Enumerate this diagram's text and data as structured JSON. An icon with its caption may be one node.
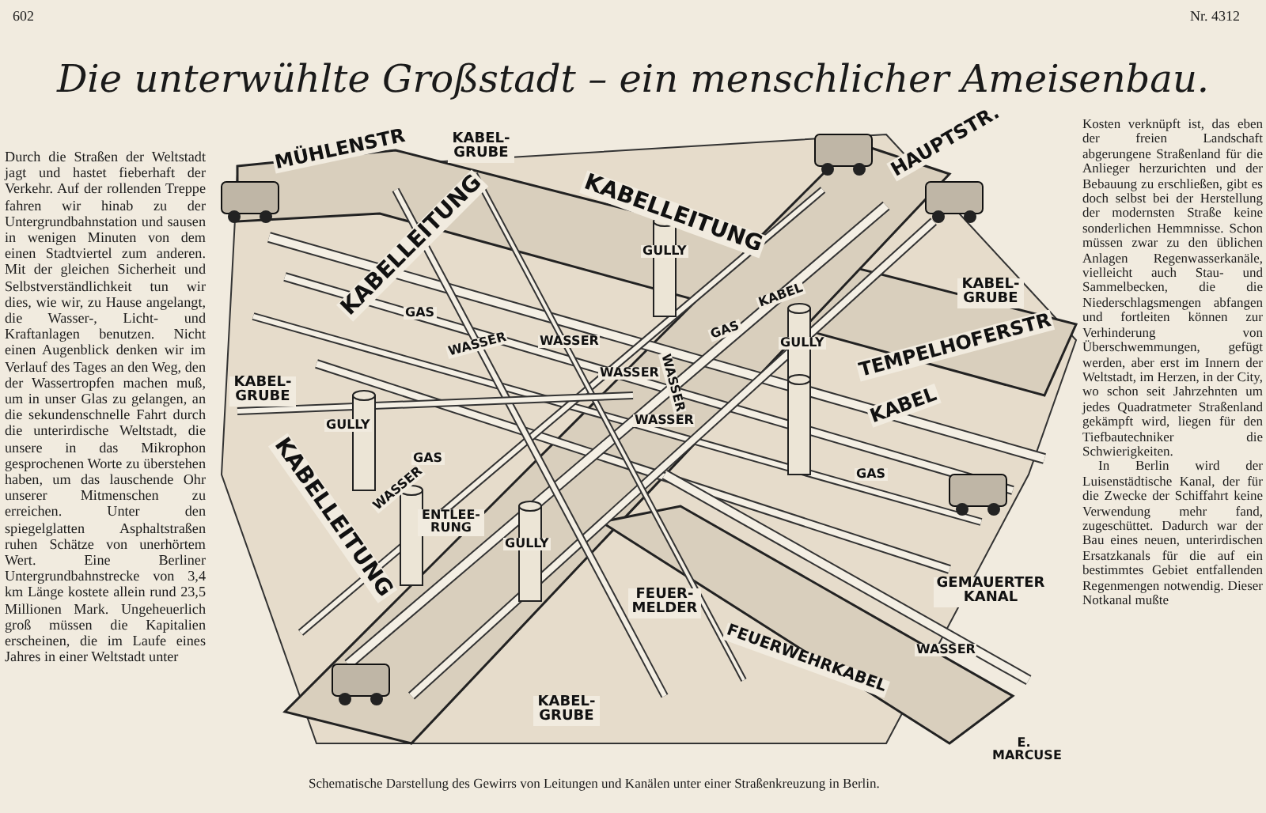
{
  "diagram": {
    "title": "Die unterwühlte Großstadt – ein menschlicher Ameisenbau.",
    "caption": "Schematische Darstellung des Gewirrs von Leitungen und Kanälen unter einer Straßenkreuzung in Berlin.",
    "labels": [
      "602",
      "Nr. 4312",
      "Durch die Straßen der Weltstadt jagt und hastet fieberhaft der Verkehr. Auf der rollenden Treppe fahren wir hinab zu der Untergrundbahnstation und sausen in wenigen Minuten von dem einen Stadtviertel zum anderen. Mit der gleichen Sicherheit und Selbstverständlichkeit tun wir dies, wie wir, zu Hause angelangt, die Wasser-, Licht- und Kraftanlagen benutzen. Nicht einen Augenblick denken wir im Verlauf des Tages an den Weg, den der Wassertropfen machen muß, um in unser Glas zu gelangen, an die sekundenschnelle Fahrt durch die unterirdische Weltstadt, die unsere in das Mikrophon gesprochenen Worte zu überstehen haben, um das lauschende Ohr unserer Mitmenschen zu erreichen. Unter den spiegelglatten Asphaltstraßen ruhen Schätze von unerhörtem Wert. Eine Berliner Untergrundbahnstrecke von 3,4 km Länge kostete allein rund 23,5 Millionen Mark. Ungeheuerlich groß müssen die Kapitalien erscheinen, die im Laufe eines Jahres in einer Weltstadt unter",
      "KABEL-GRUBE",
      "MÜHLENSTR",
      "HAUPTSTR.",
      "KABELLEITUNG",
      "GULLY",
      "KABELLEITUNG",
      "GAS",
      "WASSER",
      "KABEL",
      "KABEL-GRUBE",
      "WASSER",
      "WASSER",
      "WASSER",
      "GAS",
      "GULLY",
      "KABEL-GRUBE",
      "TEMPELHOFERSTR",
      "GULLY",
      "KABEL",
      "WASSER",
      "GAS",
      "KABELLEITUNG",
      "WASSER",
      "ENTLEE-RUNG",
      "GULLY",
      "GAS",
      "FEUER-MELDER",
      "GEMAUERTER KANAL",
      "FEUERWEHRKABEL",
      "WASSER",
      "KABEL-GRUBE",
      "E. MARCUSE",
      "Kosten verknüpft ist, das eben der freien Landschaft abgerungene Straßenland für die Anlieger herzurichten und der Bebauung zu erschließen, gibt es doch selbst bei der Herstellung der modernsten Straße keine sonderlichen Hemmnisse. Schon müssen zwar zu den üblichen Anlagen Regenwasserkanäle, vielleicht auch Stau- und Sammelbecken, die die Niederschlagsmengen abfangen und fortleiten können zur Verhinderung von Überschwemmungen, gefügt werden, aber erst im Innern der Weltstadt, im Herzen, in der City, wo schon seit Jahrzehnten um jedes Quadratmeter Straßenland gekämpft wird, liegen für den Tiefbautechniker die Schwierigkeiten.",
      "In Berlin wird der Luisenstädtische Kanal, der für die Zwecke der Schiffahrt keine Verwendung mehr fand, zugeschüttet. Dadurch war der Bau eines neuen, unterirdischen Ersatzkanals für die auf ein bestimmtes Gebiet entfallenden Regenmengen notwendig. Dieser Notkanal mußte"
    ]
  }
}
